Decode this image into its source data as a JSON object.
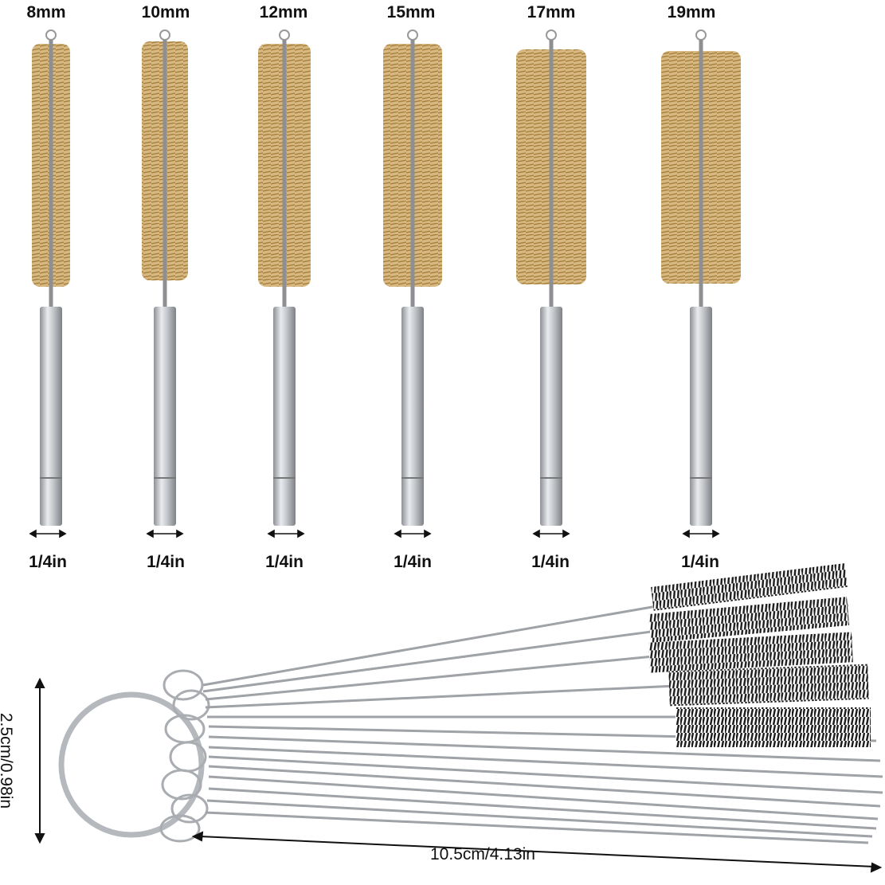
{
  "brushes": [
    {
      "size": "8mm",
      "shank": "1/4in"
    },
    {
      "size": "10mm",
      "shank": "1/4in"
    },
    {
      "size": "12mm",
      "shank": "1/4in"
    },
    {
      "size": "15mm",
      "shank": "1/4in"
    },
    {
      "size": "17mm",
      "shank": "1/4in"
    },
    {
      "size": "19mm",
      "shank": "1/4in"
    }
  ],
  "cleaning_set": {
    "length_label": "10.5cm/4.13in",
    "height_label": "2.5cm/0.98in"
  },
  "colors": {
    "brass": "#c8a463",
    "steel": "#b9bcc0",
    "bristle_dark": "#222222",
    "background": "#ffffff"
  }
}
